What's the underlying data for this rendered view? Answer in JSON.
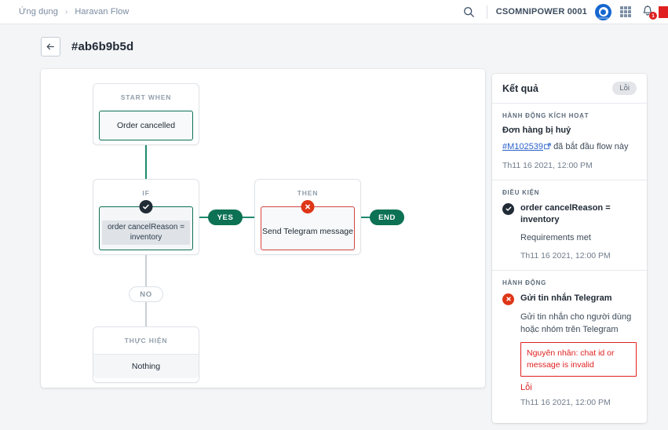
{
  "topbar": {
    "breadcrumb": {
      "root": "Ứng dụng",
      "separator": "›",
      "current": "Haravan Flow"
    },
    "search_icon": "search-icon",
    "account_name": "CSOMNIPOWER 0001",
    "avatar_label": "haravan",
    "apps_icon": "apps-grid-icon",
    "bell_icon": "bell-icon",
    "bell_count": "1"
  },
  "page": {
    "back_icon": "arrow-left-icon",
    "title": "#ab6b9b5d"
  },
  "flow": {
    "nodes": [
      {
        "key": "start",
        "header": "START WHEN",
        "body": "Order cancelled",
        "border_color": "#0d7154"
      },
      {
        "key": "if",
        "header": "IF",
        "body": "order cancelReason = inventory",
        "status_icon": "check-circle-icon",
        "border_color": "#0d7154"
      },
      {
        "key": "then",
        "header": "THEN",
        "body": "Send Telegram message",
        "status_icon": "error-circle-icon",
        "border_color": "#d64545"
      },
      {
        "key": "do",
        "header": "THỰC HIỆN",
        "body": "Nothing",
        "border_color": "#dfe3e8"
      }
    ],
    "pills": {
      "yes": "YES",
      "end": "END",
      "no": "NO"
    },
    "colors": {
      "connector_green": "#1f8a6e",
      "connector_gray": "#c8cfd6",
      "pill_green": "#0d7154"
    }
  },
  "panel": {
    "title": "Kết quả",
    "badge": "Lỗi",
    "sections": [
      {
        "key": "trigger",
        "label": "HÀNH ĐỘNG KÍCH HOẠT",
        "strong": "Đơn hàng bị huỷ",
        "link": "#M102539",
        "link_icon": "external-link-icon",
        "line": "đã bắt đầu flow này",
        "timestamp": "Th11 16 2021, 12:00 PM"
      },
      {
        "key": "condition",
        "label": "ĐIỀU KIỆN",
        "status_icon": "check-circle-icon",
        "title": "order cancelReason = inventory",
        "detail": "Requirements met",
        "timestamp": "Th11 16 2021, 12:00 PM"
      },
      {
        "key": "action",
        "label": "HÀNH ĐỘNG",
        "status_icon": "error-circle-icon",
        "title": "Gửi tin nhắn Telegram",
        "detail": "Gửi tin nhắn cho người dùng hoặc nhóm trên Telegram",
        "error_box": "Nguyên nhân: chat id or message is invalid",
        "error_status": "Lỗi",
        "timestamp": "Th11 16 2021, 12:00 PM"
      }
    ],
    "colors": {
      "error": "#e01f1f",
      "link": "#2a5fc9"
    }
  }
}
